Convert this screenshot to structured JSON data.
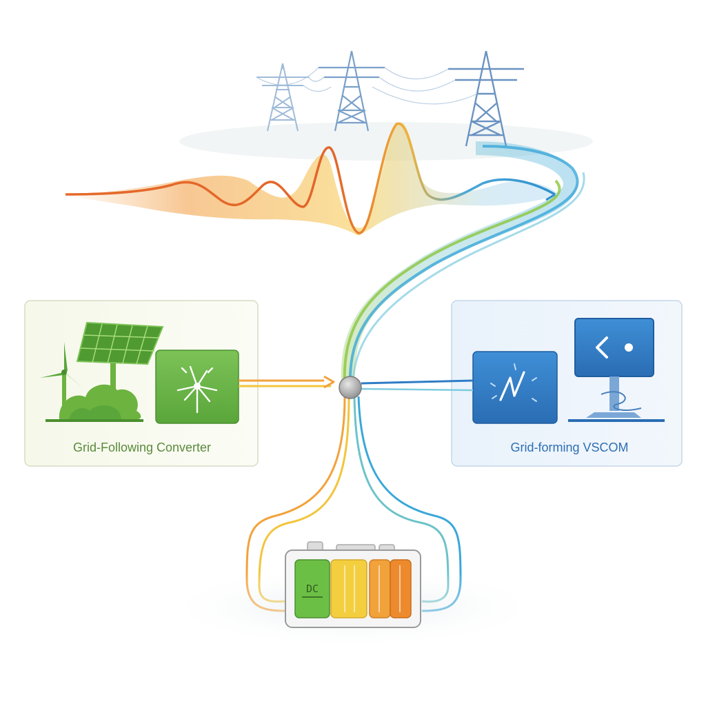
{
  "left_panel": {
    "label": "Grid-Following Converter",
    "label_color": "#5a8a3c",
    "accent": "#6db33f"
  },
  "right_panel": {
    "label": "Grid-forming VSCOM",
    "label_color": "#2e6fb5",
    "accent": "#2f7cc6"
  },
  "battery": {
    "text": "DC",
    "cell_colors": [
      "#6cbf45",
      "#f3cf3f",
      "#f2a23b",
      "#ee8a2e"
    ]
  },
  "colors": {
    "wave_orange": "#e2662a",
    "wave_yellow": "#f2c53d",
    "flow_green": "#8cc63f",
    "flow_blue": "#3aa7d9",
    "tower": "#6f96c2",
    "hub": "#9a9a9a"
  },
  "icons": [
    "wind-turbine-icon",
    "solar-panel-icon",
    "bush-icon",
    "turbine-converter-icon",
    "transmission-tower-icon",
    "monitor-icon",
    "waveform-box-icon",
    "battery-icon",
    "connection-hub-icon"
  ]
}
